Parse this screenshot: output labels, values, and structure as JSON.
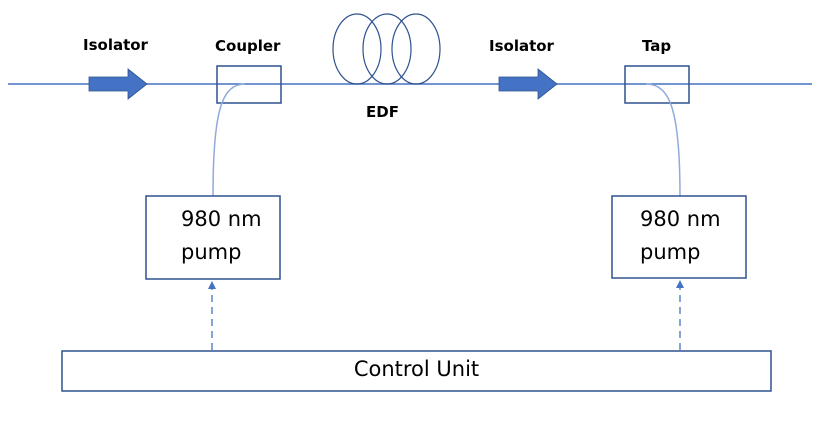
{
  "diagram": {
    "title": "Erbium-doped fiber amplifier with pump control",
    "components": {
      "isolator_in": {
        "label": "Isolator"
      },
      "coupler": {
        "label": "Coupler"
      },
      "edf": {
        "label": "EDF"
      },
      "isolator_out": {
        "label": "Isolator"
      },
      "tap": {
        "label": "Tap"
      },
      "pump_left": {
        "line1": "980 nm",
        "line2": "pump"
      },
      "pump_right": {
        "line1": "980 nm",
        "line2": "pump"
      },
      "control_unit": {
        "label": "Control Unit"
      }
    },
    "connections": [
      {
        "from": "isolator_in",
        "to": "coupler",
        "type": "fiber"
      },
      {
        "from": "coupler",
        "to": "edf",
        "type": "fiber"
      },
      {
        "from": "edf",
        "to": "isolator_out",
        "type": "fiber"
      },
      {
        "from": "isolator_out",
        "to": "tap",
        "type": "fiber"
      },
      {
        "from": "pump_left",
        "to": "coupler",
        "type": "fiber"
      },
      {
        "from": "tap",
        "to": "pump_right",
        "type": "fiber"
      },
      {
        "from": "control_unit",
        "to": "pump_left",
        "type": "control-dashed"
      },
      {
        "from": "control_unit",
        "to": "pump_right",
        "type": "control-dashed"
      }
    ],
    "colors": {
      "fiber": "#4472c4",
      "box_border": "#2f528f",
      "arrow_fill": "#4472c4",
      "branch_fiber": "#8faadc",
      "text": "#000000"
    }
  }
}
